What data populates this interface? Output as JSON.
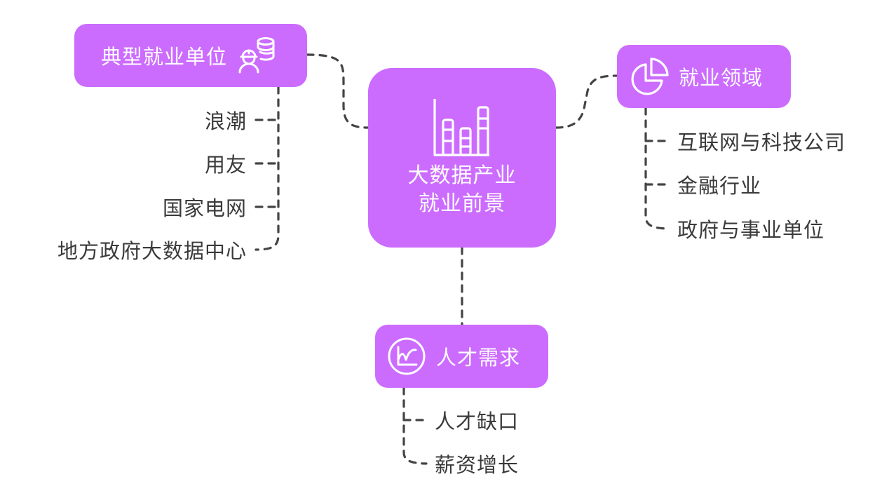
{
  "colors": {
    "node_fill": "#cc6cff",
    "node_text": "#ffffff",
    "leaf_text": "#3a3a3a",
    "connector": "#444444"
  },
  "center": {
    "title_line1": "大数据产业",
    "title_line2": "就业前景",
    "icon": "bar-chart-icon"
  },
  "branches": [
    {
      "id": "units",
      "label": "典型就业单位",
      "icon": "worker-database-icon",
      "children": [
        "浪潮",
        "用友",
        "国家电网",
        "地方政府大数据中心"
      ]
    },
    {
      "id": "fields",
      "label": "就业领域",
      "icon": "pie-chart-icon",
      "children": [
        "互联网与科技公司",
        "金融行业",
        "政府与事业单位"
      ]
    },
    {
      "id": "talent",
      "label": "人才需求",
      "icon": "line-chart-circle-icon",
      "children": [
        "人才缺口",
        "薪资增长"
      ]
    }
  ]
}
